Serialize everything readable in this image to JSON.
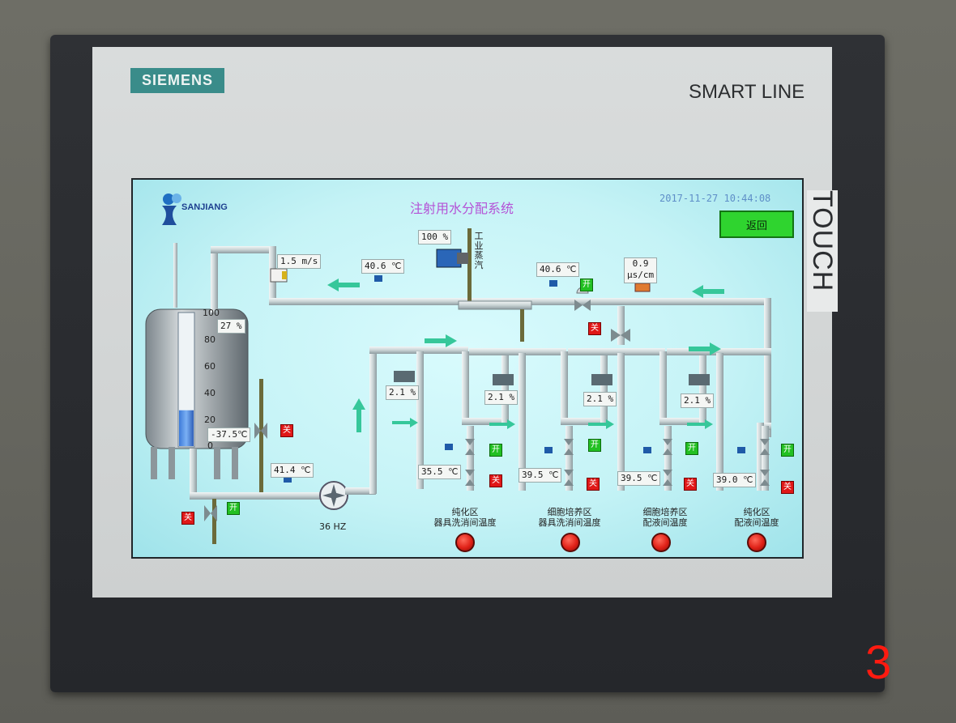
{
  "device": {
    "brand": "SIEMENS",
    "series": "SMART LINE",
    "touch_label": "TOUCH",
    "page_number": "3"
  },
  "hmi": {
    "title": "注射用水分配系统",
    "datetime": "2017-11-27 10:44:08",
    "logo_text": "SANJIANG",
    "return_label": "返回",
    "steam_label": "工业蒸汽",
    "steam_valve_pct": "100 %",
    "flow_rate": "1.5 m/s",
    "return_temp": "40.6 ℃",
    "supply_temp": "40.6 ℃",
    "conductivity_value": "0.9",
    "conductivity_unit": "μs/cm",
    "pump_outlet_temp": "41.4 ℃",
    "pump_freq": "36 HZ",
    "tank": {
      "level_pct": "27 %",
      "level_value": 27,
      "temp": "-37.5℃",
      "scale": [
        "100",
        "80",
        "60",
        "40",
        "20",
        "0"
      ]
    },
    "branches": [
      {
        "flow": "2.1 %",
        "temp": "35.5 ℃",
        "label_line1": "纯化区",
        "label_line2": "器具洗消间温度"
      },
      {
        "flow": "2.1 %",
        "temp": "39.5 ℃",
        "label_line1": "细胞培养区",
        "label_line2": "器具洗消间温度"
      },
      {
        "flow": "2.1 %",
        "temp": "39.5 ℃",
        "label_line1": "细胞培养区",
        "label_line2": "配液间温度"
      },
      {
        "flow": "2.1 %",
        "temp": "39.0 ℃",
        "label_line1": "纯化区",
        "label_line2": "配液间温度"
      }
    ],
    "valve_open": "开",
    "valve_closed": "关",
    "colors": {
      "screen_bg": "#c5f3f6",
      "pipe": "#c8d2d4",
      "arrow": "#36c79a",
      "alarm": "#e02218",
      "open": "#22c022",
      "closed": "#e01818"
    }
  }
}
